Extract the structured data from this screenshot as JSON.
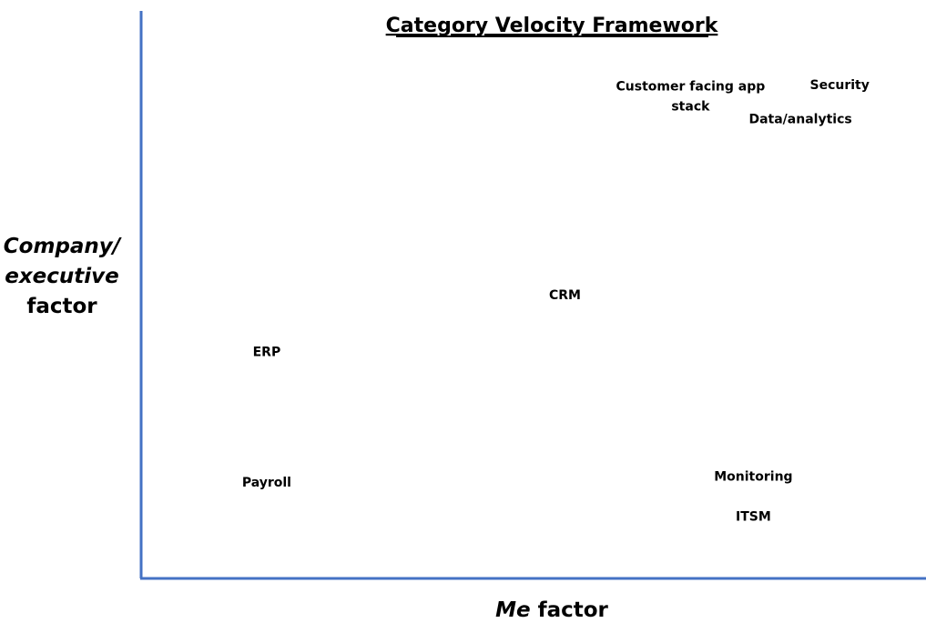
{
  "chart_data": {
    "type": "scatter",
    "title": "Category Velocity Framework",
    "xlabel": {
      "italic_part": "Me",
      "plain_part": " factor"
    },
    "ylabel": {
      "lines": [
        {
          "text": "Company/",
          "italic": true
        },
        {
          "text": "executive",
          "italic": true
        },
        {
          "text": "factor",
          "italic": false
        }
      ]
    },
    "xlim": [
      0,
      100
    ],
    "ylim": [
      0,
      100
    ],
    "grid": false,
    "axis_color": "#4472C4",
    "points": [
      {
        "lines": [
          "Customer facing app",
          "stack"
        ],
        "x": 70,
        "y": 85
      },
      {
        "lines": [
          "Security"
        ],
        "x": 89,
        "y": 87
      },
      {
        "lines": [
          "Data/analytics"
        ],
        "x": 84,
        "y": 81
      },
      {
        "lines": [
          "CRM"
        ],
        "x": 54,
        "y": 50
      },
      {
        "lines": [
          "ERP"
        ],
        "x": 16,
        "y": 40
      },
      {
        "lines": [
          "Payroll"
        ],
        "x": 16,
        "y": 17
      },
      {
        "lines": [
          "Monitoring"
        ],
        "x": 78,
        "y": 18
      },
      {
        "lines": [
          "ITSM"
        ],
        "x": 78,
        "y": 11
      }
    ]
  }
}
